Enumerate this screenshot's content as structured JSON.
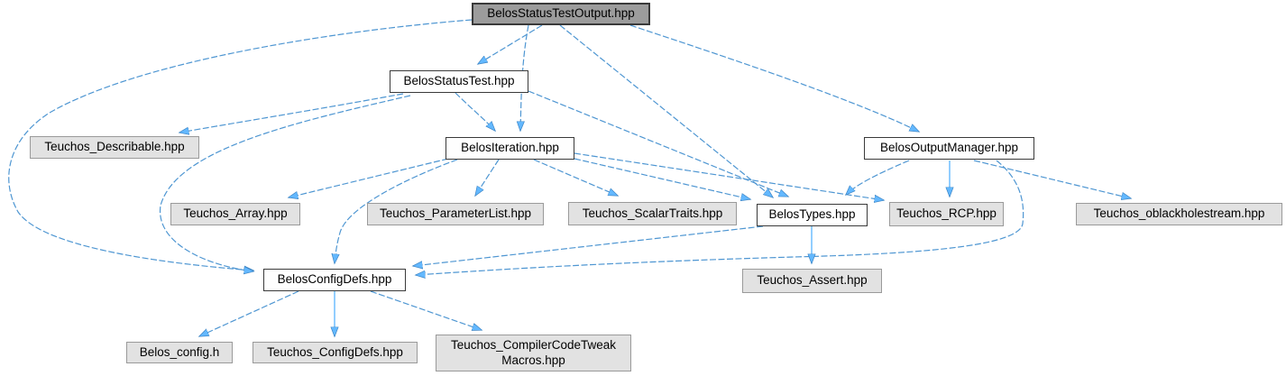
{
  "diagram": {
    "type": "include-dependency-graph",
    "colors": {
      "current_node_fill": "#9c9c9c",
      "internal_node_fill": "#fefefe",
      "external_node_fill": "#e2e2e2",
      "edge": "#4e96d2",
      "arrowhead": "#63b8ff"
    }
  },
  "nodes": {
    "sto": {
      "label": "BelosStatusTestOutput.hpp"
    },
    "status_test": {
      "label": "BelosStatusTest.hpp"
    },
    "describable": {
      "label": "Teuchos_Describable.hpp"
    },
    "iteration": {
      "label": "BelosIteration.hpp"
    },
    "output_mgr": {
      "label": "BelosOutputManager.hpp"
    },
    "array": {
      "label": "Teuchos_Array.hpp"
    },
    "param_list": {
      "label": "Teuchos_ParameterList.hpp"
    },
    "scalar_traits": {
      "label": "Teuchos_ScalarTraits.hpp"
    },
    "types": {
      "label": "BelosTypes.hpp"
    },
    "rcp": {
      "label": "Teuchos_RCP.hpp"
    },
    "oblackhole": {
      "label": "Teuchos_oblackholestream.hpp"
    },
    "config_defs": {
      "label": "BelosConfigDefs.hpp"
    },
    "assert": {
      "label": "Teuchos_Assert.hpp"
    },
    "belos_config": {
      "label": "Belos_config.h"
    },
    "t_config_defs": {
      "label": "Teuchos_ConfigDefs.hpp"
    },
    "cctm": {
      "label": "Teuchos_CompilerCodeTweak Macros.hpp"
    }
  },
  "edges": [
    {
      "from": "BelosStatusTestOutput.hpp",
      "to": "BelosStatusTest.hpp"
    },
    {
      "from": "BelosStatusTestOutput.hpp",
      "to": "BelosIteration.hpp"
    },
    {
      "from": "BelosStatusTestOutput.hpp",
      "to": "BelosOutputManager.hpp"
    },
    {
      "from": "BelosStatusTestOutput.hpp",
      "to": "BelosTypes.hpp"
    },
    {
      "from": "BelosStatusTestOutput.hpp",
      "to": "BelosConfigDefs.hpp"
    },
    {
      "from": "BelosStatusTest.hpp",
      "to": "Teuchos_Describable.hpp"
    },
    {
      "from": "BelosStatusTest.hpp",
      "to": "BelosIteration.hpp"
    },
    {
      "from": "BelosStatusTest.hpp",
      "to": "BelosTypes.hpp"
    },
    {
      "from": "BelosStatusTest.hpp",
      "to": "BelosConfigDefs.hpp"
    },
    {
      "from": "BelosIteration.hpp",
      "to": "Teuchos_Array.hpp"
    },
    {
      "from": "BelosIteration.hpp",
      "to": "Teuchos_ParameterList.hpp"
    },
    {
      "from": "BelosIteration.hpp",
      "to": "Teuchos_ScalarTraits.hpp"
    },
    {
      "from": "BelosIteration.hpp",
      "to": "BelosTypes.hpp"
    },
    {
      "from": "BelosIteration.hpp",
      "to": "Teuchos_RCP.hpp"
    },
    {
      "from": "BelosIteration.hpp",
      "to": "BelosConfigDefs.hpp"
    },
    {
      "from": "BelosOutputManager.hpp",
      "to": "BelosTypes.hpp"
    },
    {
      "from": "BelosOutputManager.hpp",
      "to": "Teuchos_RCP.hpp"
    },
    {
      "from": "BelosOutputManager.hpp",
      "to": "Teuchos_oblackholestream.hpp"
    },
    {
      "from": "BelosOutputManager.hpp",
      "to": "BelosConfigDefs.hpp"
    },
    {
      "from": "BelosTypes.hpp",
      "to": "Teuchos_Assert.hpp"
    },
    {
      "from": "BelosTypes.hpp",
      "to": "BelosConfigDefs.hpp"
    },
    {
      "from": "BelosConfigDefs.hpp",
      "to": "Belos_config.h"
    },
    {
      "from": "BelosConfigDefs.hpp",
      "to": "Teuchos_ConfigDefs.hpp"
    },
    {
      "from": "BelosConfigDefs.hpp",
      "to": "Teuchos_CompilerCodeTweakMacros.hpp"
    }
  ]
}
